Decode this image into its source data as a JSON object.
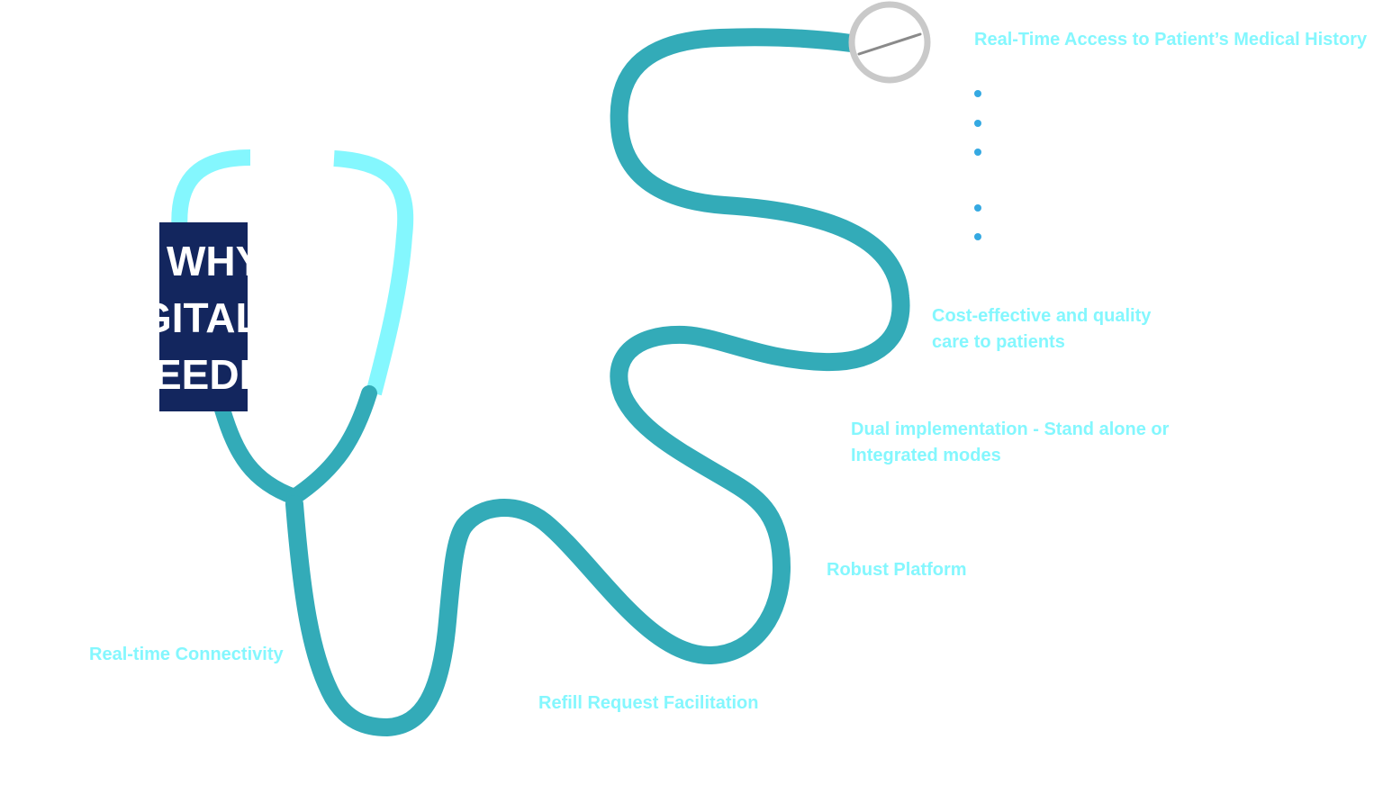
{
  "colors": {
    "tube": "#33abb8",
    "earpiece": "#84f7fe",
    "title_background": "#13265e",
    "title_text": "#ffffff",
    "label_text": "#84f7fe",
    "bullet": "#35a9e2",
    "chestpiece_rim": "#c9c9c9"
  },
  "icon": "stethoscope-icon",
  "title": {
    "lines": [
      "WHY",
      "GITAL",
      "EEDE"
    ]
  },
  "labels": {
    "medical_history": "Real-Time Access to Patient’s Medical History",
    "cost_effective_line1": "Cost-effective and quality",
    "cost_effective_line2": "care to patients",
    "dual_line1": "Dual implementation - Stand alone or",
    "dual_line2": "Integrated modes",
    "robust": "Robust Platform",
    "realtime_connectivity": "Real-time Connectivity",
    "refill": "Refill Request Facilitation"
  },
  "bullet_count": 5
}
